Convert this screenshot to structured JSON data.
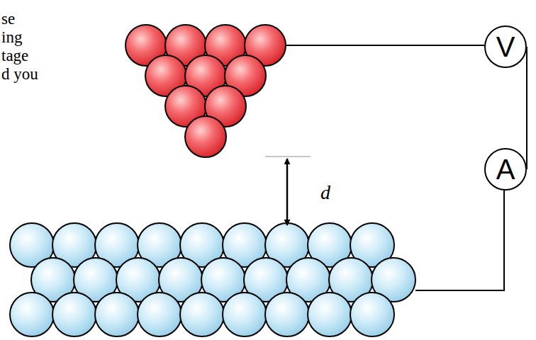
{
  "diagram": {
    "nodes": [
      {
        "text": [
          "V"
        ]
      },
      {
        "text": [
          "A"
        ]
      }
    ],
    "edges": [
      {
        "from": 0,
        "to": 1,
        "arrow": "none"
      }
    ],
    "labels": [
      "se",
      "ing",
      "tage",
      "d you",
      "d"
    ]
  }
}
